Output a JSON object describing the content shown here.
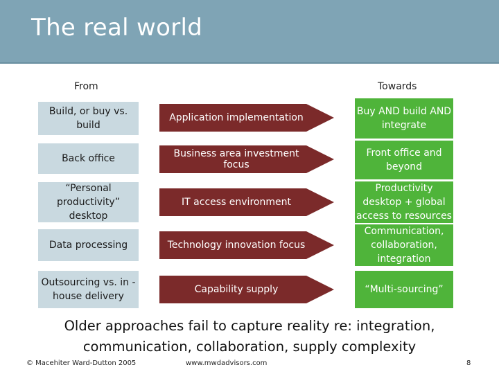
{
  "slide": {
    "title": "The real world",
    "from_label": "From",
    "towards_label": "Towards",
    "rows": [
      {
        "from": "Build, or buy vs. build",
        "shift": "Application implementation",
        "towards": "Buy AND build AND integrate"
      },
      {
        "from": "Back office",
        "shift": "Business area investment focus",
        "towards": "Front office and beyond"
      },
      {
        "from": "“Personal productivity” desktop",
        "shift": "IT access environment",
        "towards": "Productivity desktop + global access to resources"
      },
      {
        "from": "Data processing",
        "shift": "Technology innovation focus",
        "towards": "Communication, collaboration, integration"
      },
      {
        "from": "Outsourcing vs. in -house delivery",
        "shift": "Capability supply",
        "towards": "“Multi-sourcing”"
      }
    ],
    "summary": "Older approaches fail to capture reality re: integration, communication, collaboration, supply complexity"
  },
  "footer": {
    "copyright": "© Macehiter Ward-Dutton 2005",
    "website": "www.mwdadvisors.com",
    "page_number": "8"
  },
  "colors": {
    "header": "#7fa4b5",
    "from_box": "#c9d9e0",
    "arrow": "#7b2a2a",
    "towards_box": "#4fb43a"
  }
}
